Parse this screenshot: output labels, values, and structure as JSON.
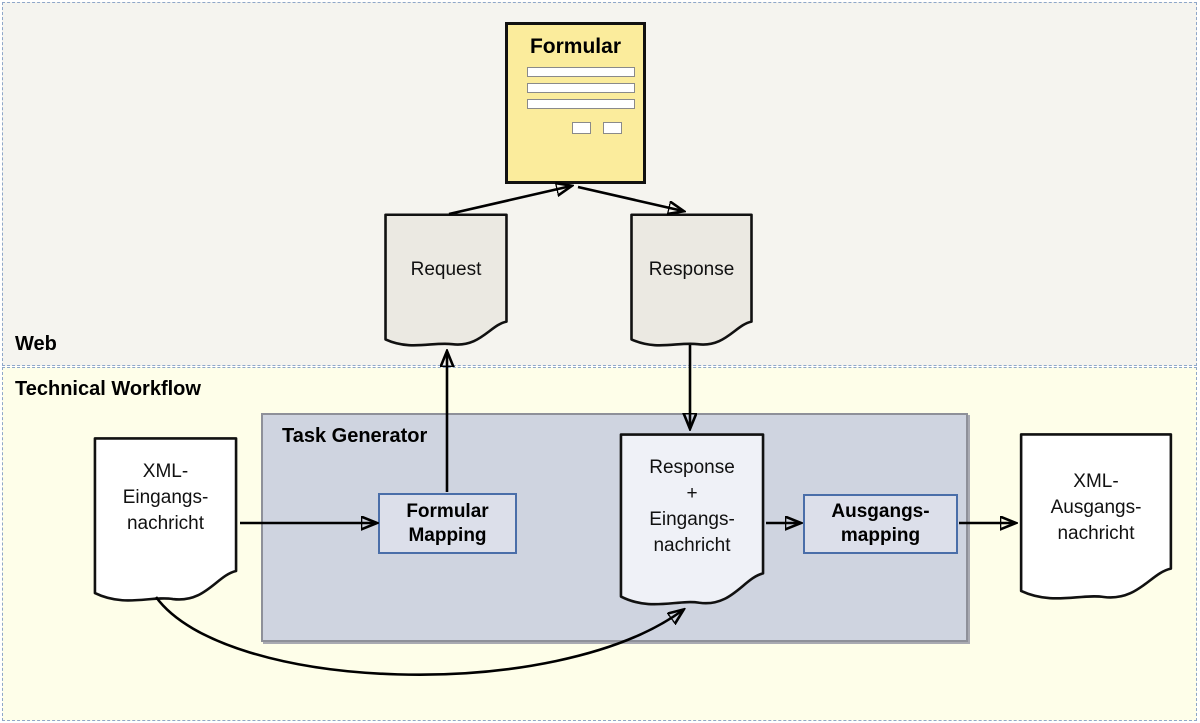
{
  "sections": {
    "web": {
      "label": "Web"
    },
    "technical": {
      "label": "Technical Workflow"
    }
  },
  "formular": {
    "title": "Formular",
    "input_rows": 3,
    "checkboxes": 2
  },
  "documents": {
    "request": {
      "label": "Request"
    },
    "response": {
      "label": "Response"
    },
    "xml_eingang": {
      "lines": [
        "XML-",
        "Eingangs-",
        "nachricht"
      ]
    },
    "response_eingang": {
      "lines": [
        "Response",
        "+",
        "Eingangs-",
        "nachricht"
      ]
    },
    "xml_ausgang": {
      "lines": [
        "XML-",
        "Ausgangs-",
        "nachricht"
      ]
    }
  },
  "task_generator": {
    "label": "Task Generator"
  },
  "mappings": {
    "formular_mapping": {
      "lines": [
        "Formular",
        "Mapping"
      ]
    },
    "ausgangs_mapping": {
      "lines": [
        "Ausgangs-",
        "mapping"
      ]
    }
  },
  "colors": {
    "web_bg": "#F5F4EF",
    "technical_bg": "#FEFEE9",
    "formular_fill": "#FBEC9C",
    "doc_gray_fill": "#EBE9E2",
    "doc_light_fill": "#EFF1F7",
    "doc_white_fill": "#FFFFFF",
    "task_generator_fill": "#CFD4E0",
    "mapping_fill": "#DCDFEA",
    "mapping_border": "#4A6EA9",
    "section_border": "#8FA7C9",
    "arrow": "#000000"
  }
}
